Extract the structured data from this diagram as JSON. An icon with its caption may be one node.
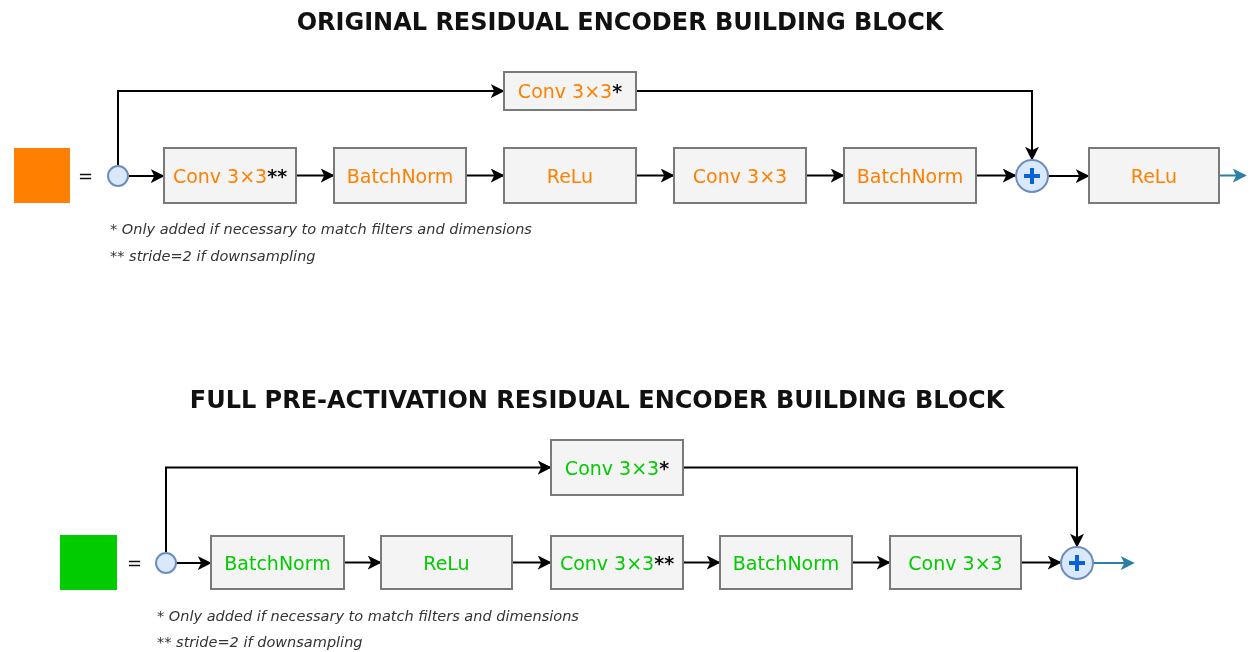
{
  "diagram": {
    "nodes": [
      {
        "text": [],
        "shape": "box"
      },
      {
        "text": [],
        "shape": "circle"
      },
      {
        "text": [
          "Conv 3×3*"
        ]
      },
      {
        "text": [
          "Conv 3×3**"
        ]
      },
      {
        "text": [
          "BatchNorm"
        ]
      },
      {
        "text": [
          "ReLu"
        ]
      },
      {
        "text": [
          "Conv 3×3"
        ]
      },
      {
        "text": [
          "BatchNorm"
        ]
      },
      {
        "text": [],
        "shape": "circle"
      },
      {
        "text": [
          "ReLu"
        ]
      },
      {
        "text": [],
        "shape": "box"
      },
      {
        "text": [],
        "shape": "circle"
      },
      {
        "text": [
          "Conv 3×3*"
        ]
      },
      {
        "text": [
          "BatchNorm"
        ]
      },
      {
        "text": [
          "ReLu"
        ]
      },
      {
        "text": [
          "Conv 3×3**"
        ]
      },
      {
        "text": [
          "BatchNorm"
        ]
      },
      {
        "text": [
          "Conv 3×3"
        ]
      },
      {
        "text": [],
        "shape": "circle"
      }
    ],
    "edges": [
      {
        "from": 1,
        "to": 2,
        "arrow": "to"
      },
      {
        "from": 2,
        "to": 8,
        "arrow": "to"
      },
      {
        "from": 1,
        "to": 3,
        "arrow": "to"
      },
      {
        "from": 3,
        "to": 4,
        "arrow": "to"
      },
      {
        "from": 4,
        "to": 5,
        "arrow": "to"
      },
      {
        "from": 5,
        "to": 6,
        "arrow": "to"
      },
      {
        "from": 6,
        "to": 7,
        "arrow": "to"
      },
      {
        "from": 7,
        "to": 8,
        "arrow": "to"
      },
      {
        "from": 8,
        "to": 9,
        "arrow": "to"
      },
      {
        "from": 9,
        "to": null,
        "arrow": "to",
        "color": "#2a7fa6"
      },
      {
        "from": 11,
        "to": 12,
        "arrow": "to"
      },
      {
        "from": 12,
        "to": 18,
        "arrow": "to"
      },
      {
        "from": 11,
        "to": 13,
        "arrow": "to"
      },
      {
        "from": 13,
        "to": 14,
        "arrow": "to"
      },
      {
        "from": 14,
        "to": 15,
        "arrow": "to"
      },
      {
        "from": 15,
        "to": 16,
        "arrow": "to"
      },
      {
        "from": 16,
        "to": 17,
        "arrow": "to"
      },
      {
        "from": 17,
        "to": 18,
        "arrow": "to"
      },
      {
        "from": 18,
        "to": null,
        "arrow": "to",
        "color": "#2a7fa6"
      }
    ],
    "labels": [
      "ORIGINAL RESIDUAL ENCODER BUILDING BLOCK",
      "=",
      "* Only added if necessary to match filters and dimensions",
      "** stride=2 if downsampling",
      "FULL PRE-ACTIVATION RESIDUAL ENCODER BUILDING BLOCK",
      "=",
      "* Only added if necessary to match filters and dimensions",
      "** stride=2 if downsampling"
    ]
  }
}
